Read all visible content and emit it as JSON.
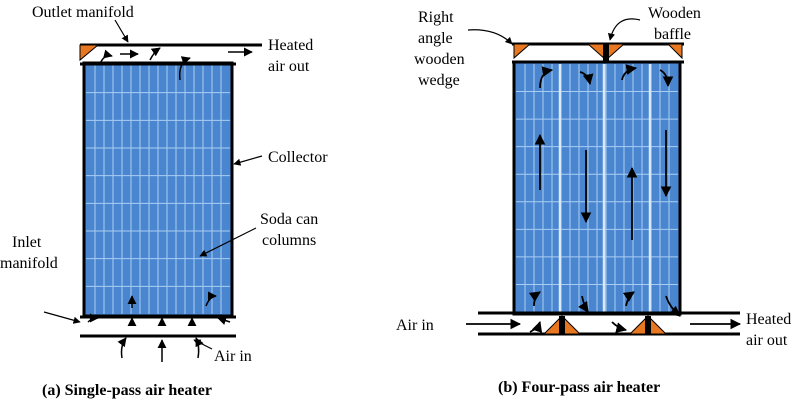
{
  "colors": {
    "collector_fill": "#4a86cf",
    "cell_line": "#9cc3ee",
    "wedge": "#e87722",
    "outline": "#000000",
    "background": "#ffffff"
  },
  "icons": [
    "arrow-icon",
    "wedge-icon",
    "baffle-icon"
  ],
  "diagram_a": {
    "labels": {
      "outlet_manifold": "Outlet manifold",
      "heated_air_out_1": "Heated",
      "heated_air_out_2": "air out",
      "collector": "Collector",
      "soda_can_1": "Soda can",
      "soda_can_2": "columns",
      "inlet_manifold_1": "Inlet",
      "inlet_manifold_2": "manifold",
      "air_in": "Air in"
    },
    "caption": "(a)  Single-pass air heater"
  },
  "diagram_b": {
    "labels": {
      "wedge_1": "Right",
      "wedge_2": "angle",
      "wedge_3": "wooden",
      "wedge_4": "wedge",
      "baffle_1": "Wooden",
      "baffle_2": "baffle",
      "air_in": "Air in",
      "heated_air_out_1": "Heated",
      "heated_air_out_2": "air out"
    },
    "caption": "(b) Four-pass air heater"
  }
}
